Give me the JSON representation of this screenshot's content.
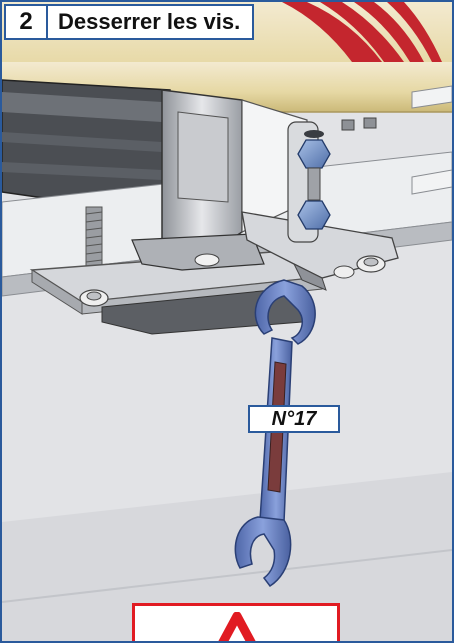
{
  "step": {
    "number": "2",
    "title": "Desserrer les vis."
  },
  "tool": {
    "label": "N°17",
    "icon": "open-end-wrench-icon",
    "color": "#6b86c9"
  },
  "warning": {
    "icon": "warning-triangle-icon",
    "color": "#e11b22"
  },
  "colors": {
    "frame": "#2a5a9c",
    "fabric_base": "#e8dba8",
    "fabric_stripe": "#c4262e"
  }
}
